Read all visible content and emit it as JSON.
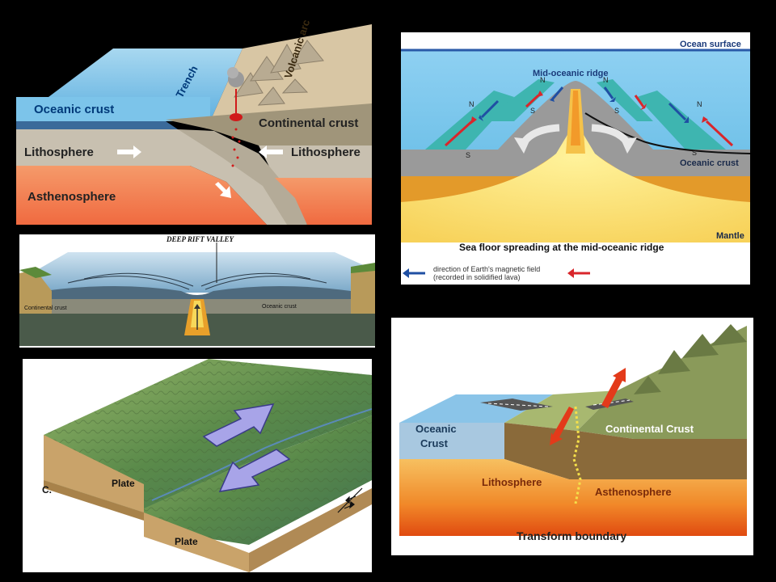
{
  "subduction": {
    "oceanic_crust": "Oceanic crust",
    "trench": "Trench",
    "volcanic_arc": "Volcanic arc",
    "continental_crust": "Continental crust",
    "lithosphere_left": "Lithosphere",
    "lithosphere_right": "Lithosphere",
    "asthenosphere": "Asthenosphere"
  },
  "ridge": {
    "ocean_surface": "Ocean surface",
    "mid_oceanic_ridge": "Mid-oceanic ridge",
    "oceanic_crust": "Oceanic crust",
    "mantle": "Mantle",
    "caption": "Sea floor spreading at the mid-oceanic ridge",
    "legend_line1": "direction of Earth's magnetic field",
    "legend_line2": "(recorded in solidified lava)",
    "pole_n": "N",
    "pole_s": "S",
    "colors": {
      "north_arrow": "#d9262b",
      "south_arrow": "#1f4fa3"
    }
  },
  "rift": {
    "title": "DEEP RIFT VALLEY",
    "continental_crust": "Continental crust",
    "oceanic_crust": "Oceanic crust"
  },
  "transform_plates": {
    "panel_letter": "C.",
    "plate_top": "Plate",
    "plate_bottom": "Plate"
  },
  "transform_boundary": {
    "oceanic_crust_line1": "Oceanic",
    "oceanic_crust_line2": "Crust",
    "continental_crust": "Continental Crust",
    "lithosphere": "Lithosphere",
    "asthenosphere": "Asthenosphere",
    "caption": "Transform boundary"
  }
}
